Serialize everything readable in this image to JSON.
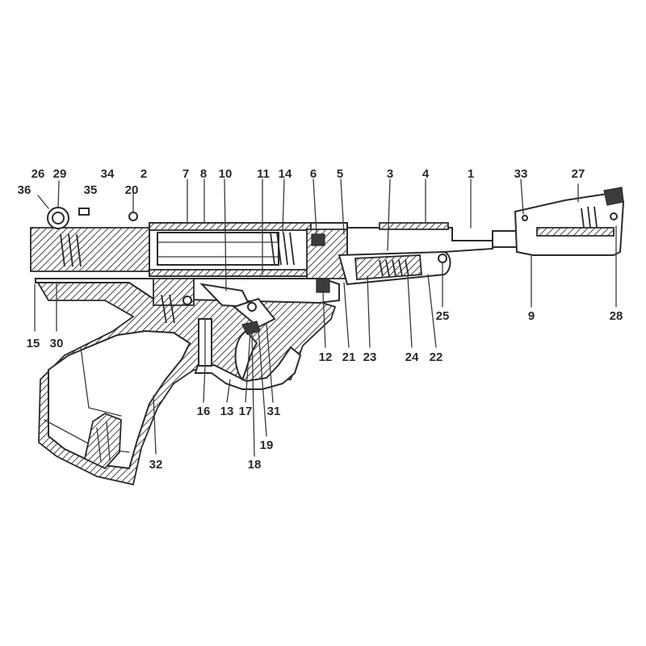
{
  "labels": {
    "l1": "1",
    "l2": "2",
    "l3": "3",
    "l4": "4",
    "l5": "5",
    "l6": "6",
    "l7": "7",
    "l8": "8",
    "l9": "9",
    "l10": "10",
    "l11": "11",
    "l12": "12",
    "l13": "13",
    "l14": "14",
    "l15": "15",
    "l16": "16",
    "l17": "17",
    "l18": "18",
    "l19": "19",
    "l20": "20",
    "l21": "21",
    "l22": "22",
    "l23": "23",
    "l24": "24",
    "l25": "25",
    "l26": "26",
    "l27": "27",
    "l28": "28",
    "l29": "29",
    "l30": "30",
    "l31": "31",
    "l32": "32",
    "l33": "33",
    "l34": "34",
    "l35": "35",
    "l36": "36"
  },
  "colors": {
    "ink": "#2b2b2b",
    "background": "#ffffff"
  }
}
